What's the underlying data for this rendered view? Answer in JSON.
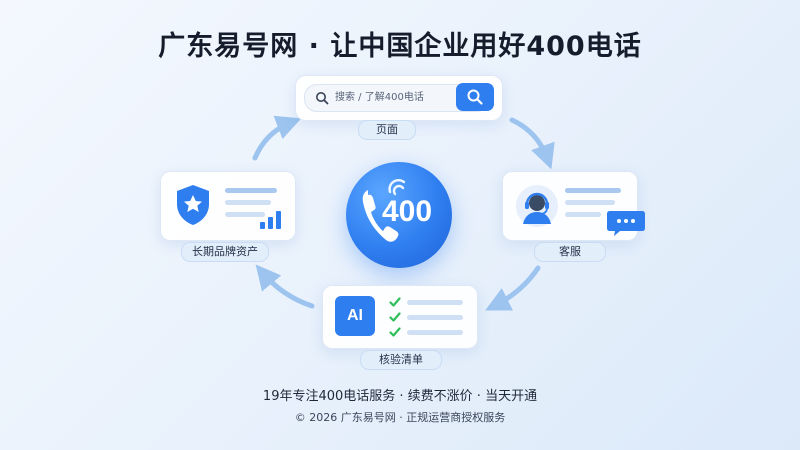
{
  "header": {
    "title": "广东易号网 · 让中国企业用好400电话"
  },
  "center": {
    "number": "400",
    "icon": "phone-icon"
  },
  "nodes": {
    "page": {
      "label": "页面",
      "search_placeholder": "搜索 / 了解400电话",
      "icon": "search-icon"
    },
    "service": {
      "label": "客服",
      "icon": "headset-agent-icon"
    },
    "checklist": {
      "label": "核验清单",
      "chip_text": "AI",
      "icon": "checkmark-icon"
    },
    "brand": {
      "label": "长期品牌资产",
      "icon": "shield-star-icon"
    }
  },
  "footer": {
    "line1": "19年专注400电话服务 · 续费不涨价 · 当天开通",
    "line2": "© 2026 广东易号网 · 正规运营商授权服务"
  },
  "colors": {
    "accent": "#2f7ef0",
    "check_green": "#2fbf5a",
    "arrow": "#9cc4ef"
  }
}
